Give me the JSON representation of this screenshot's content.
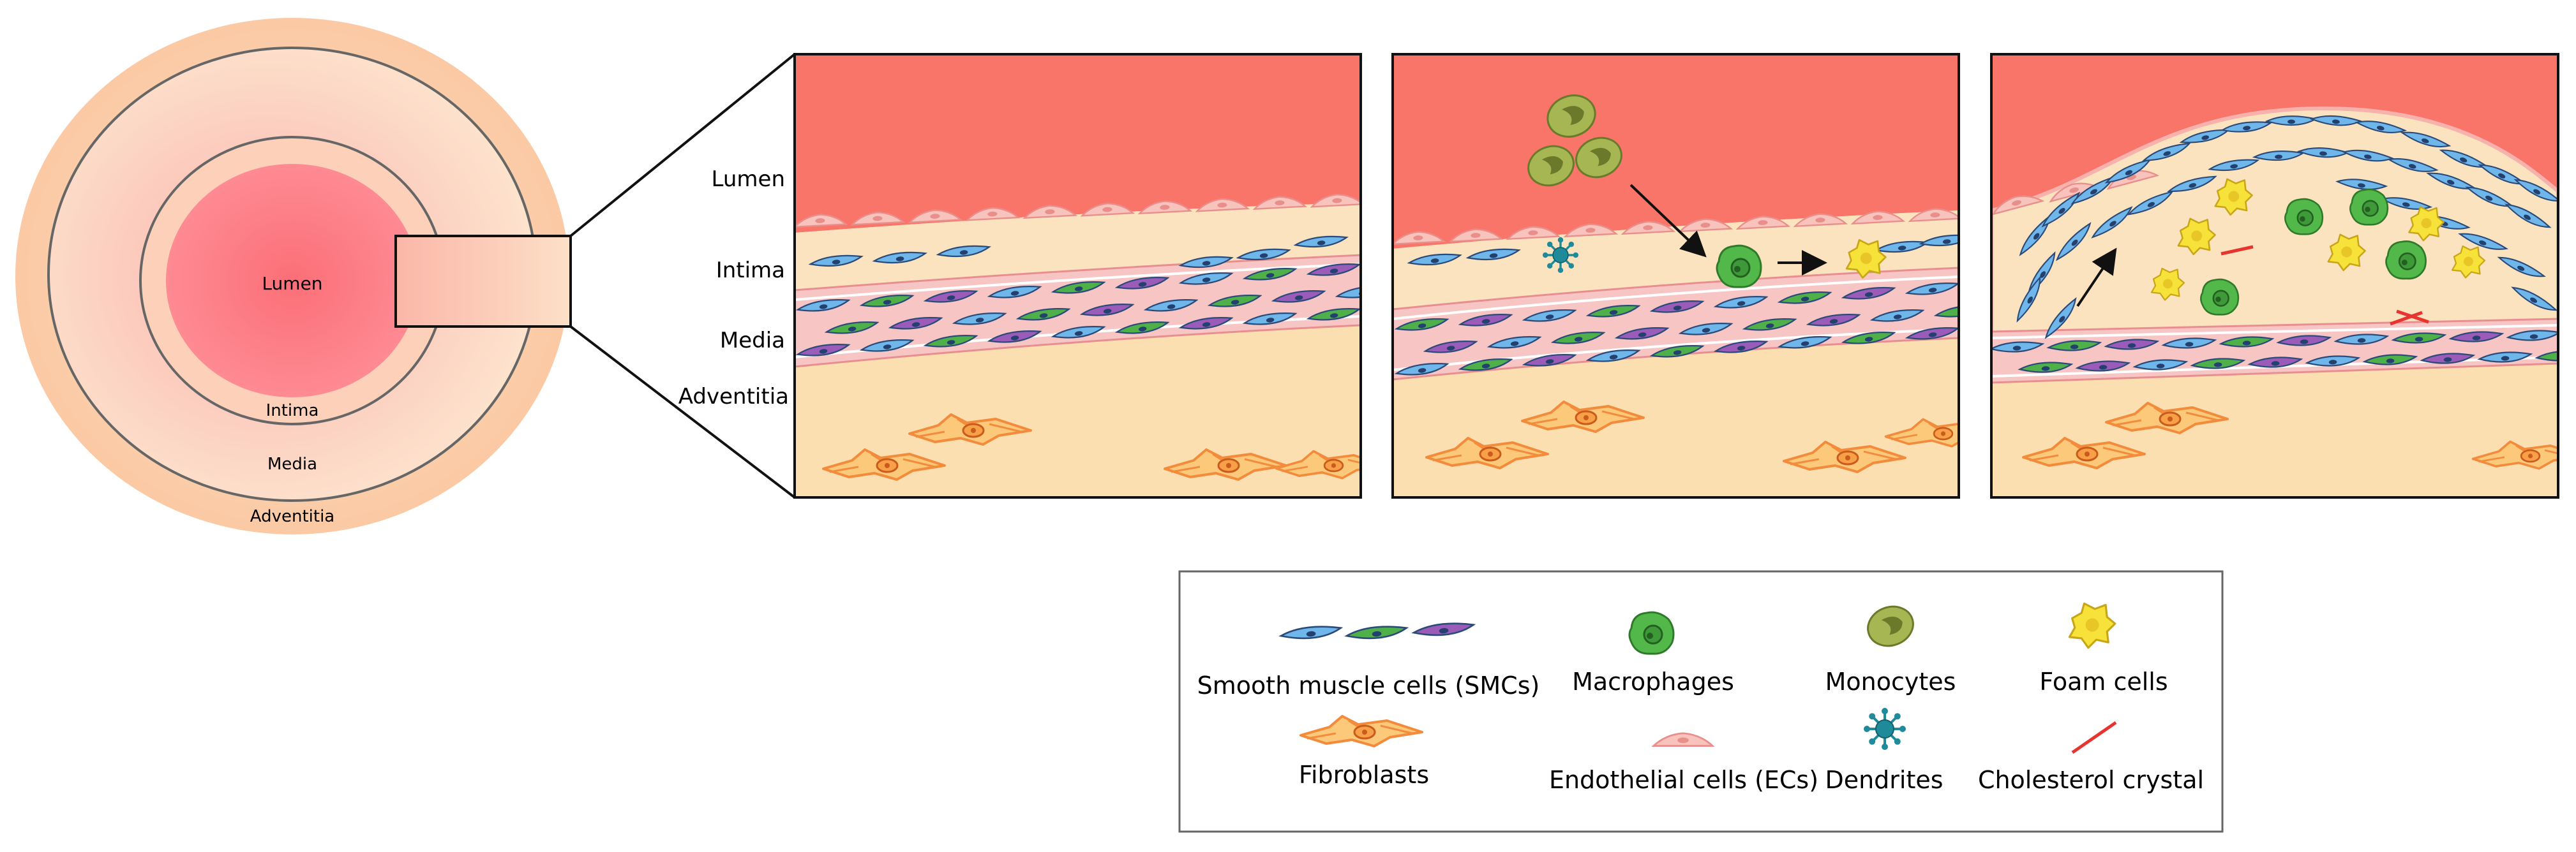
{
  "cross_section": {
    "lumen_label": "Lumen",
    "intima_label": "Intima",
    "media_label": "Media",
    "adventitia_label": "Adventitia"
  },
  "panel_labels": {
    "lumen": "Lumen",
    "intima": "Intima",
    "media": "Media",
    "adventitia": "Adventitia"
  },
  "legend": {
    "smc": "Smooth muscle cells (SMCs)",
    "macrophages": "Macrophages",
    "monocytes": "Monocytes",
    "foam_cells": "Foam cells",
    "fibroblasts": "Fibroblasts",
    "endothelial": "Endothelial cells (ECs)",
    "dendrites": "Dendrites",
    "cholesterol": "Cholesterol crystal"
  },
  "colors": {
    "lumen": "#f9756a",
    "tissue": "#fce3bf",
    "media": "#f7c6c4",
    "smc_blue": "#6fb6ea",
    "smc_green": "#4fb04a",
    "smc_purple": "#9a5cb8",
    "fibroblast": "#f28c3c",
    "endothelial": "#f7b2ad",
    "macrophage": "#52b84a",
    "monocyte": "#a6b653",
    "foam": "#f7e23a",
    "dendrite": "#1f8a99",
    "crystal": "#e8342f"
  }
}
